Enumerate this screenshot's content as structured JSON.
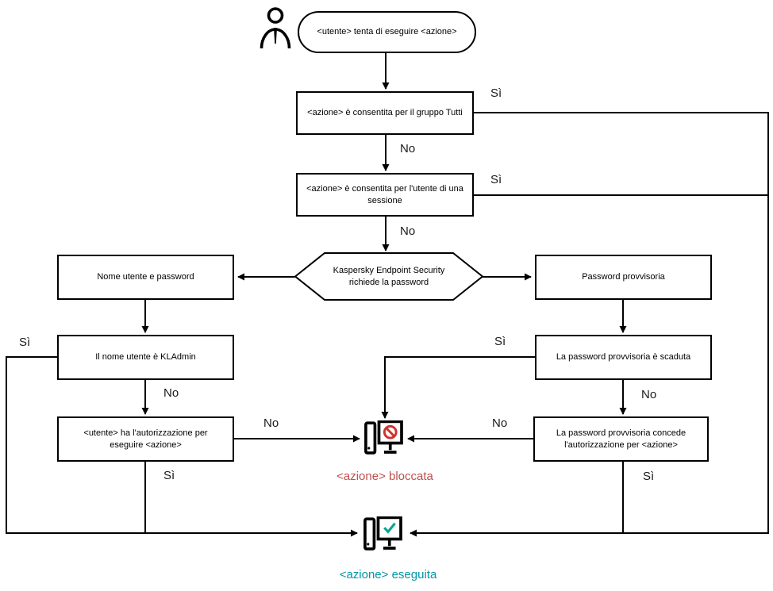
{
  "diagram": {
    "labels": {
      "yes": "Sì",
      "no": "No"
    },
    "nodes": {
      "start": "<utente> tenta di eseguire <azione>",
      "allowed_group": "<azione> è consentita per il gruppo Tutti",
      "allowed_session": "<azione> è consentita per l'utente di una sessione",
      "kes_prompt": "Kaspersky Endpoint Security richiede la password",
      "username_password": "Nome utente e password",
      "temp_password": "Password provvisoria",
      "is_kladmin": "Il nome utente è KLAdmin",
      "temp_expired": "La password provvisoria è scaduta",
      "user_authorized": "<utente> ha l'autorizzazione per eseguire <azione>",
      "temp_grants": "La password provvisoria concede l'autorizzazione per <azione>"
    },
    "results": {
      "blocked": {
        "label": "<azione> bloccata",
        "color": "#c0504d"
      },
      "executed": {
        "label": "<azione> eseguita",
        "color": "#0096a4"
      }
    },
    "icon_colors": {
      "outline": "#000000",
      "prohibition": "#d1312e",
      "check": "#00a88e"
    },
    "icons": [
      "user-icon",
      "computer-blocked-icon",
      "computer-check-icon"
    ]
  }
}
